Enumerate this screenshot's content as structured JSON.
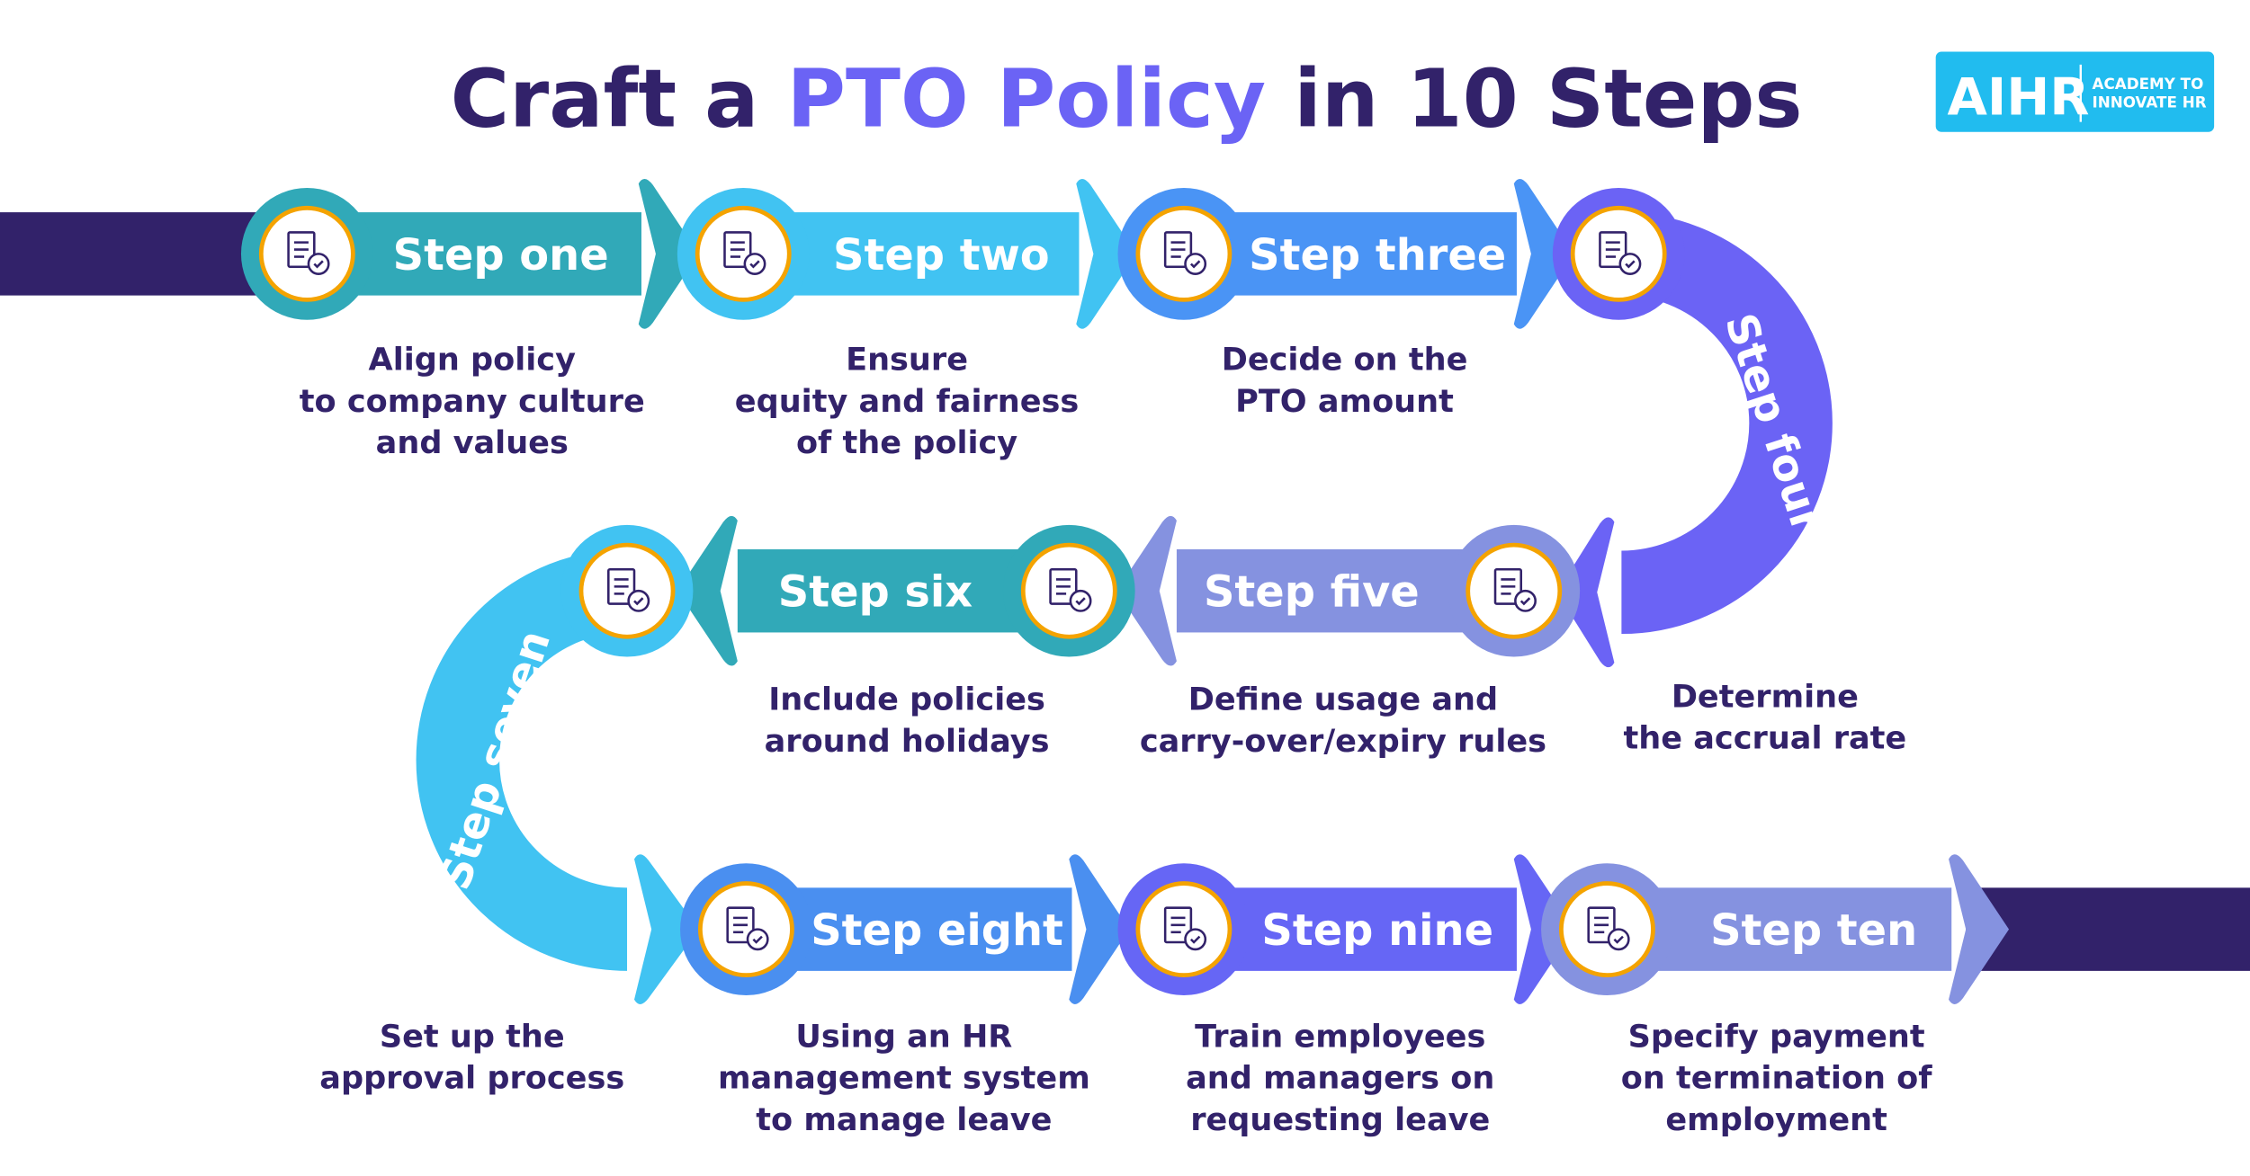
{
  "title": {
    "part1": "Craft a ",
    "highlight": "PTO Policy",
    "part2": " in 10 Steps"
  },
  "logo": {
    "mark": "AIHR",
    "line1": "ACADEMY TO",
    "line2": "INNOVATE HR"
  },
  "colors": {
    "navy": "#32226a",
    "accent": "#6b63f5",
    "ring": "#f4a300",
    "logo_bg": "#21bcef"
  },
  "steps": [
    {
      "label": "Step one",
      "description": [
        "Align policy",
        "to company culture",
        "and values"
      ],
      "color": "#31a9b8",
      "icon": "policy-document-icon"
    },
    {
      "label": "Step two",
      "description": [
        "Ensure",
        "equity and fairness",
        "of the policy"
      ],
      "color": "#41c3f2",
      "icon": "settings-document-icon"
    },
    {
      "label": "Step three",
      "description": [
        "Decide on the",
        "PTO amount"
      ],
      "color": "#4a94f5",
      "icon": "analytics-hand-icon"
    },
    {
      "label": "Step four",
      "description": [
        "Determine",
        "the accrual rate"
      ],
      "color": "#6b63f5",
      "icon": "gauge-briefcase-icon"
    },
    {
      "label": "Step five",
      "description": [
        "Define usage and",
        "carry-over/expiry rules"
      ],
      "color": "#8592e0",
      "icon": "presentation-person-icon"
    },
    {
      "label": "Step six",
      "description": [
        "Include policies",
        "around holidays"
      ],
      "color": "#31a9b8",
      "icon": "team-gear-icon"
    },
    {
      "label": "Step seven",
      "description": [
        "Set up the",
        "approval process"
      ],
      "color": "#41c3f2",
      "icon": "ideas-icon"
    },
    {
      "label": "Step eight",
      "description": [
        "Using an HR",
        "management system",
        "to manage leave"
      ],
      "color": "#4a8ff0",
      "icon": "hr-system-icon"
    },
    {
      "label": "Step nine",
      "description": [
        "Train employees",
        "and managers on",
        "requesting leave"
      ],
      "color": "#6666f5",
      "icon": "training-icon"
    },
    {
      "label": "Step ten",
      "description": [
        "Specify payment",
        "on termination of",
        "employment"
      ],
      "color": "#8592e0",
      "icon": "payment-box-icon"
    }
  ]
}
